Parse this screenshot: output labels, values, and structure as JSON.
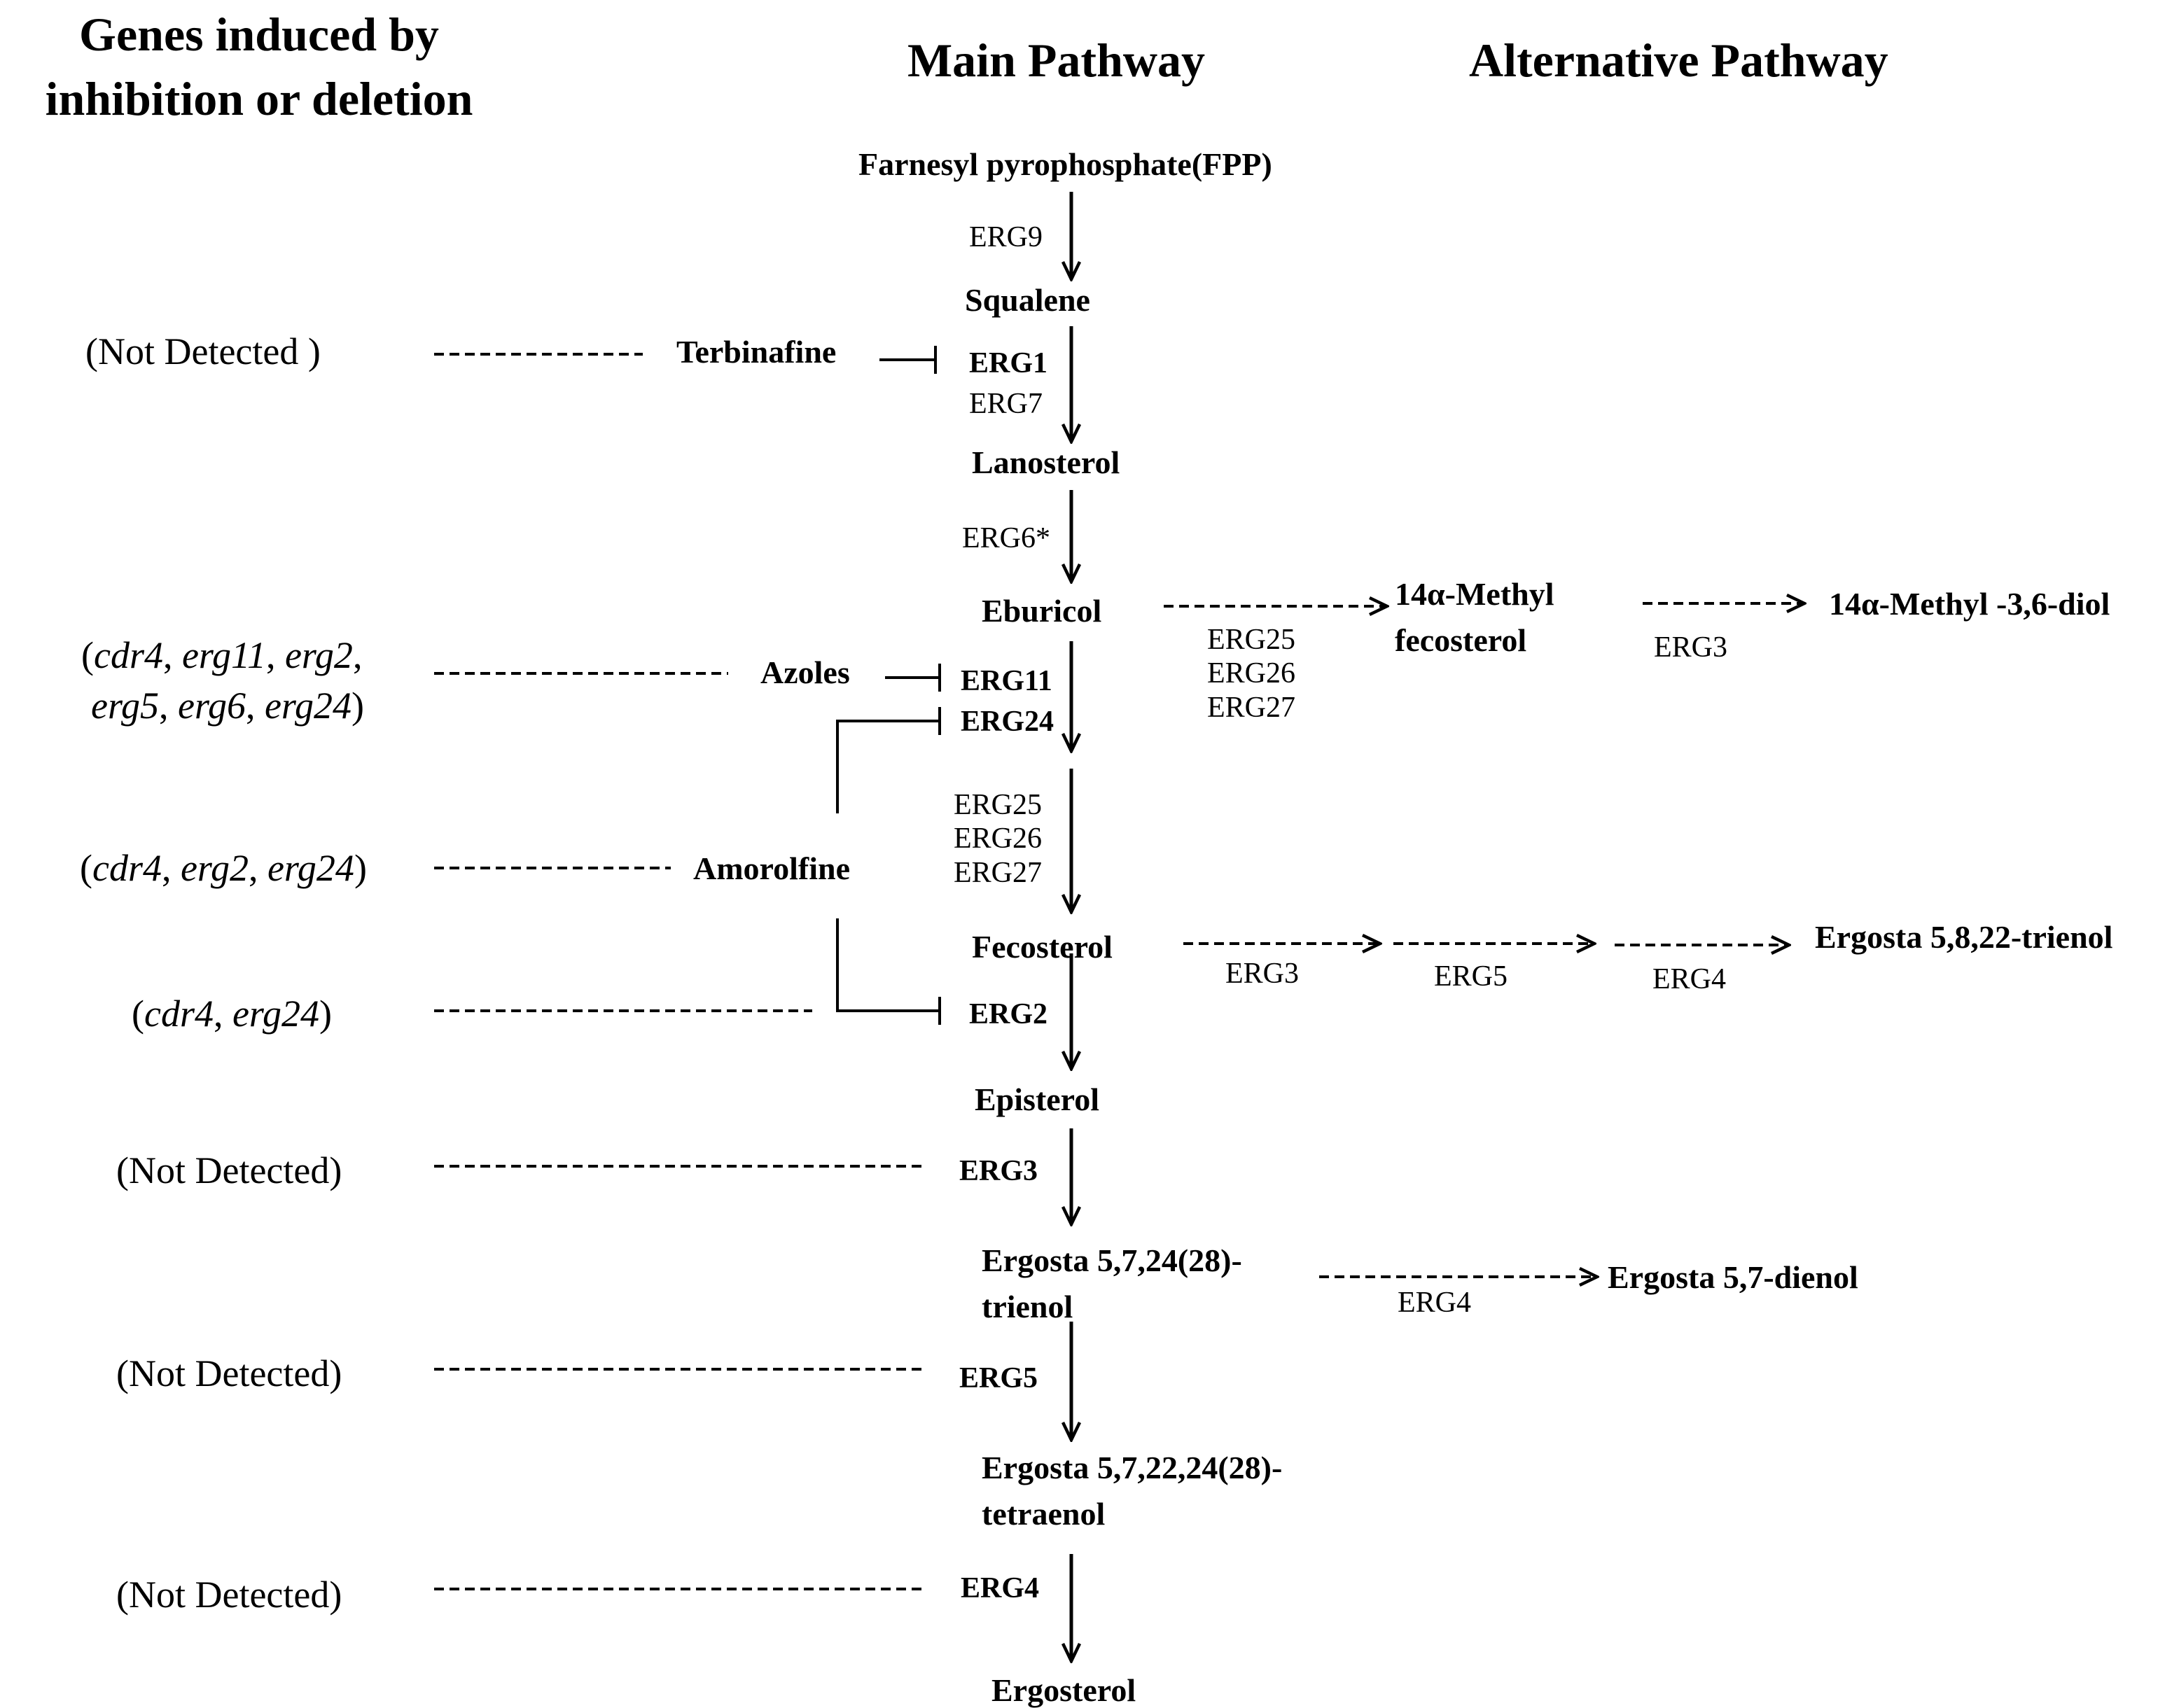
{
  "headers": {
    "genes": "Genes induced by\ninhibition or deletion",
    "main": "Main Pathway",
    "alternative": "Alternative Pathway"
  },
  "main_pathway": {
    "metabolites": [
      "Farnesyl pyrophosphate(FPP)",
      "Squalene",
      "Lanosterol",
      "Eburicol",
      "Fecosterol",
      "Episterol",
      "Ergosta 5,7,24(28)-\ntrienol",
      "Ergosta 5,7,22,24(28)-\ntetraenol",
      "Ergosterol"
    ],
    "enzymes": {
      "erg9": "ERG9",
      "erg1": "ERG1",
      "erg7": "ERG7",
      "erg6": "ERG6*",
      "erg11": "ERG11",
      "erg24": "ERG24",
      "erg25_27": "ERG25\nERG26\nERG27",
      "erg2": "ERG2",
      "erg3": "ERG3",
      "erg5": "ERG5",
      "erg4": "ERG4"
    }
  },
  "alternative_pathway": {
    "branch1": {
      "enzymes1": "ERG25\nERG26\nERG27",
      "intermediate": "14α-Methyl\nfecosterol",
      "enzyme2": "ERG3",
      "product": "14α-Methyl -3,6-diol"
    },
    "branch2": {
      "enzyme1": "ERG3",
      "enzyme2": "ERG5",
      "enzyme3": "ERG4",
      "product": "Ergosta 5,8,22-trienol"
    },
    "branch3": {
      "enzyme": "ERG4",
      "product": "Ergosta 5,7-dienol"
    }
  },
  "drugs": {
    "terbinafine": "Terbinafine",
    "azoles": "Azoles",
    "amorolfine": "Amorolfine"
  },
  "induced_genes": {
    "terbinafine": "(Not Detected )",
    "azoles_line1": [
      "(",
      "cdr4",
      ", ",
      "erg11",
      ", ",
      "erg2",
      ","
    ],
    "azoles_line2": [
      "erg5",
      ", ",
      "erg6",
      ", ",
      "erg24",
      ")"
    ],
    "amorolfine_a": [
      "(",
      "cdr4",
      ", ",
      "erg2",
      ", ",
      "erg24",
      ")"
    ],
    "amorolfine_b": [
      "(",
      "cdr4",
      ", ",
      "erg24",
      ")"
    ],
    "erg3": "(Not Detected)",
    "erg5": "(Not Detected)",
    "erg4": "(Not Detected)"
  }
}
